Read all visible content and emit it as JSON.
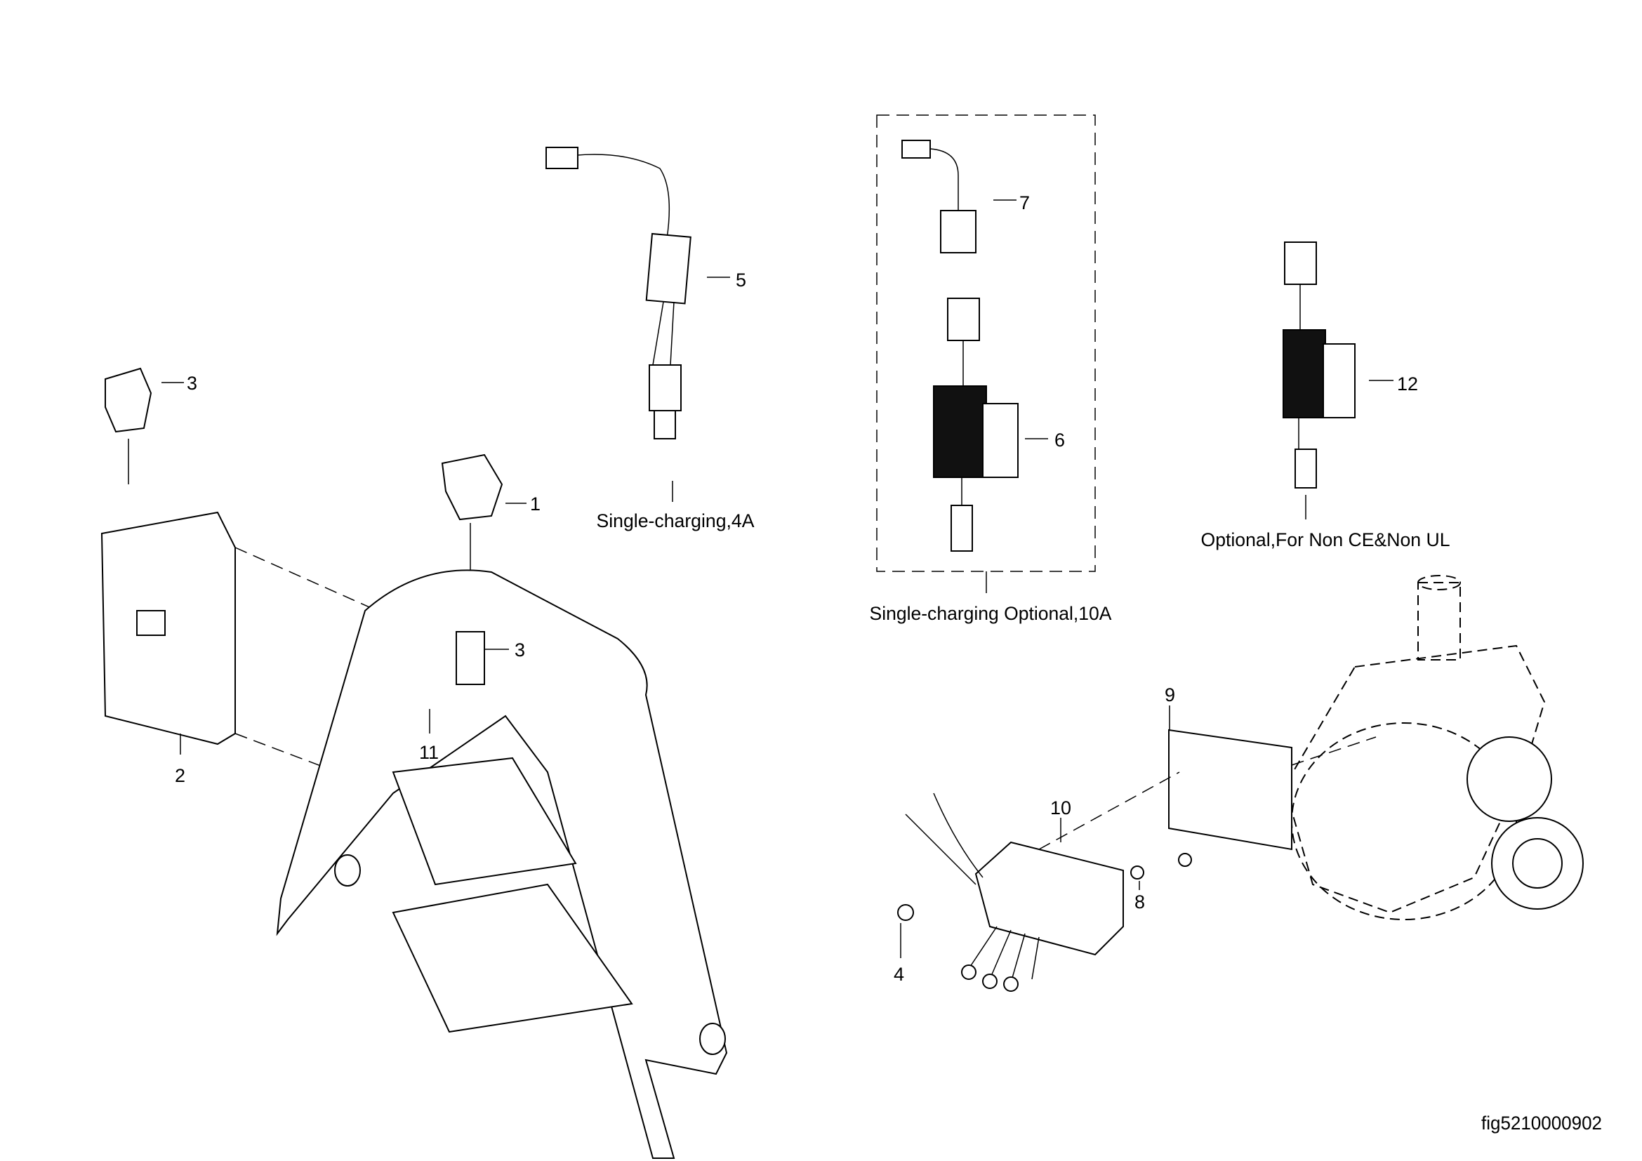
{
  "callouts": {
    "c1": "1",
    "c2": "2",
    "c3a": "3",
    "c3b": "3",
    "c4": "4",
    "c5": "5",
    "c6": "6",
    "c7": "7",
    "c8": "8",
    "c9": "9",
    "c10": "10",
    "c11": "11",
    "c12": "12"
  },
  "captions": {
    "single_4a": "Single-charging,4A",
    "single_10a": "Single-charging Optional,10A",
    "non_ce_ul": "Optional,For Non CE&Non UL"
  },
  "figure_id": "fig5210000902"
}
